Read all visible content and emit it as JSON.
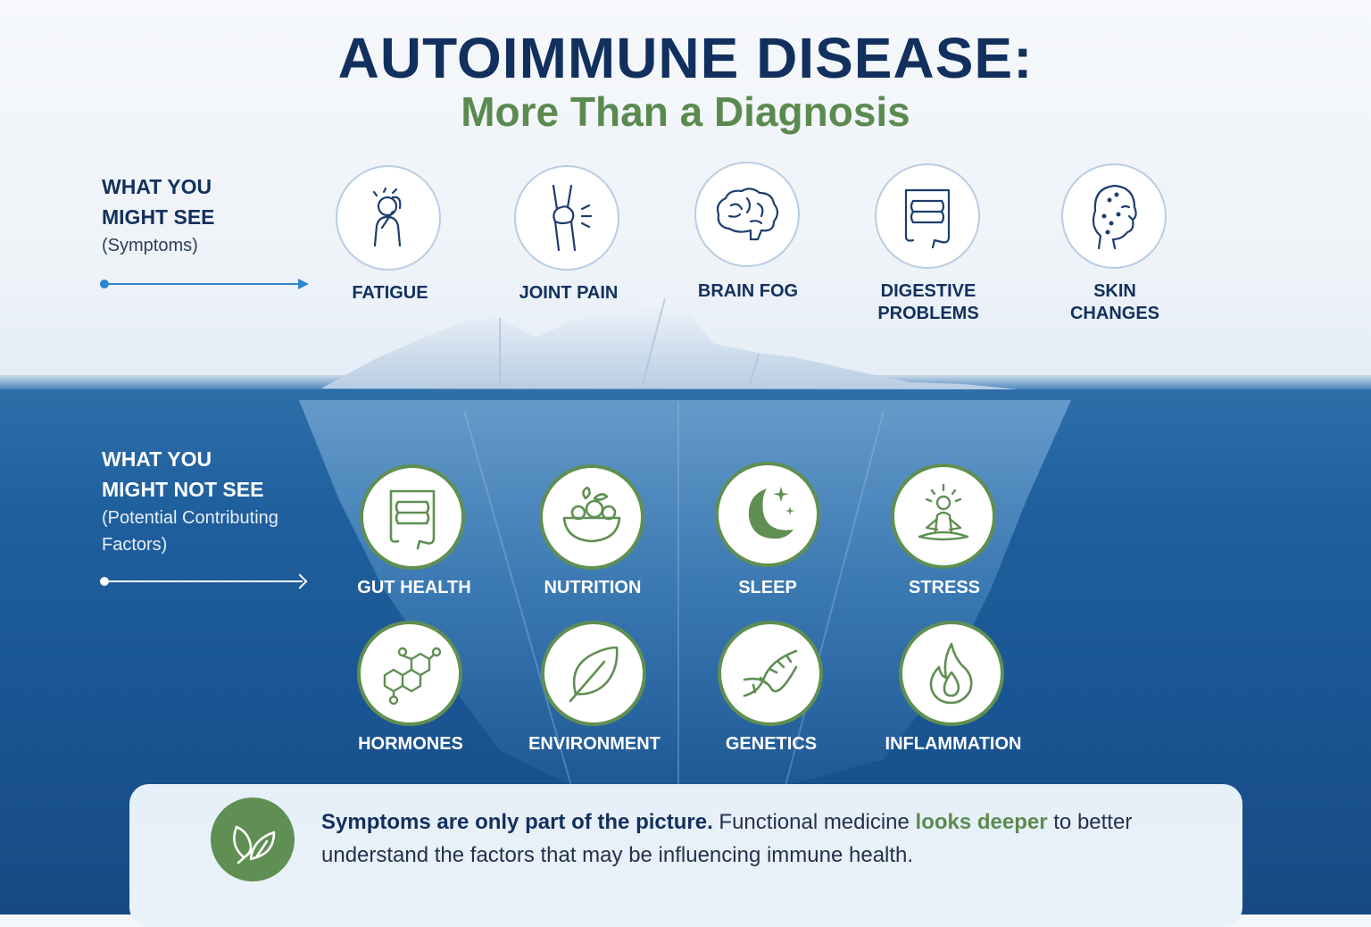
{
  "title": "AUTOIMMUNE DISEASE:",
  "subtitle": "More Than a Diagnosis",
  "visible_section": {
    "heading_line1": "WHAT YOU",
    "heading_line2": "MIGHT SEE",
    "sub": "(Symptoms)"
  },
  "hidden_section": {
    "heading_line1": "WHAT YOU",
    "heading_line2": "MIGHT NOT SEE",
    "sub_line1": "(Potential Contributing",
    "sub_line2": "Factors)"
  },
  "symptoms": [
    {
      "label": "FATIGUE",
      "icon": "fatigue-icon"
    },
    {
      "label": "JOINT PAIN",
      "icon": "joint-pain-icon"
    },
    {
      "label": "BRAIN FOG",
      "icon": "brain-icon"
    },
    {
      "label_line1": "DIGESTIVE",
      "label_line2": "PROBLEMS",
      "icon": "intestine-icon"
    },
    {
      "label_line1": "SKIN",
      "label_line2": "CHANGES",
      "icon": "skin-face-icon"
    }
  ],
  "factors": [
    {
      "label": "GUT HEALTH",
      "icon": "gut-icon"
    },
    {
      "label": "NUTRITION",
      "icon": "food-bowl-icon"
    },
    {
      "label": "SLEEP",
      "icon": "moon-stars-icon"
    },
    {
      "label": "STRESS",
      "icon": "meditation-icon"
    },
    {
      "label": "HORMONES",
      "icon": "molecule-icon"
    },
    {
      "label": "ENVIRONMENT",
      "icon": "leaf-icon"
    },
    {
      "label": "GENETICS",
      "icon": "dna-icon"
    },
    {
      "label": "INFLAMMATION",
      "icon": "flame-icon"
    }
  ],
  "callout": {
    "bold": "Symptoms are only part of the picture.",
    "text1": " Functional medicine ",
    "green": "looks deeper",
    "text2": " to better understand the factors that may be influencing immune health.",
    "icon": "leaves-icon"
  },
  "colors": {
    "navy": "#12305e",
    "green": "#5b8a4f",
    "ocean": "#1f5f9d",
    "arrow_blue": "#2c86cf"
  }
}
